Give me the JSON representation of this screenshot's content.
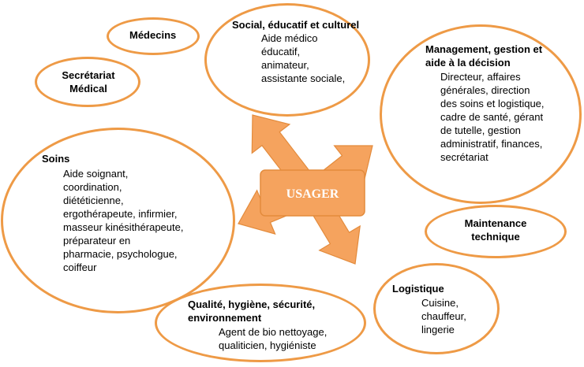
{
  "center": {
    "label": "USAGER"
  },
  "colors": {
    "outline": "#ee9a46",
    "fill": "#f5a35e",
    "arrowStroke": "#e38b3c",
    "centerText": "#ffffff"
  },
  "bubbles": {
    "medecins": {
      "title": "Médecins"
    },
    "secretariat": {
      "title_lines": [
        "Secrétariat",
        "Médical"
      ]
    },
    "social": {
      "title": "Social, éducatif et culturel",
      "body_lines": [
        "Aide médico",
        "éducatif,",
        "animateur,",
        "assistante sociale,"
      ]
    },
    "management": {
      "title_lines": [
        "Management, gestion et",
        "aide à la décision"
      ],
      "body_lines": [
        "Directeur, affaires",
        "générales, direction",
        "des soins et logistique,",
        "cadre de santé, gérant",
        "de tutelle, gestion",
        "administratif, finances,",
        "secrétariat"
      ]
    },
    "soins": {
      "title": "Soins",
      "body_lines": [
        "Aide soignant,",
        "coordination,",
        "diététicienne,",
        "ergothérapeute, infirmier,",
        "masseur kinésithérapeute,",
        "préparateur en",
        "pharmacie, psychologue,",
        "coiffeur"
      ]
    },
    "maintenance": {
      "title_lines": [
        "Maintenance",
        "technique"
      ]
    },
    "logistique": {
      "title": "Logistique",
      "body_lines": [
        "Cuisine,",
        "chauffeur,",
        "lingerie"
      ]
    },
    "qualite": {
      "title_lines": [
        "Qualité, hygiène, sécurité,",
        "environnement"
      ],
      "body_lines": [
        "Agent de bio nettoyage,",
        "qualiticien, hygiéniste"
      ]
    }
  }
}
